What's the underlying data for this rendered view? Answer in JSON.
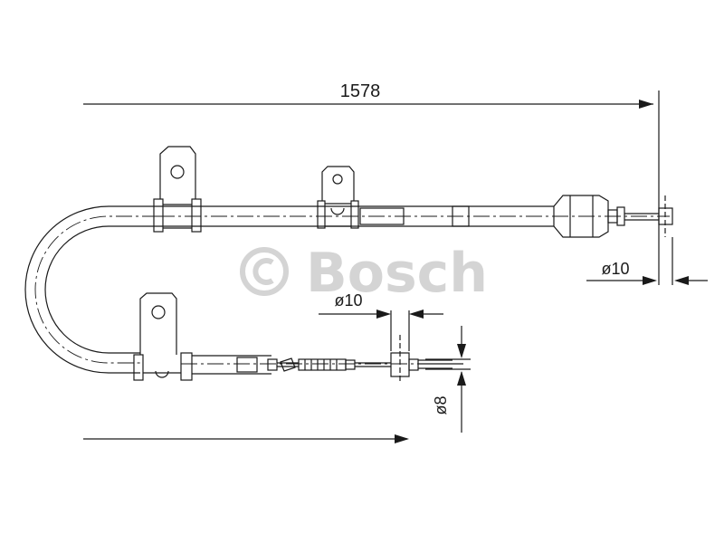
{
  "drawing": {
    "overall_length": "1578",
    "diameter_end_right": "ø10",
    "diameter_end_left": "ø10",
    "diameter_eye": "ø8"
  },
  "watermark": {
    "symbol": "©",
    "brand": "Bosch"
  },
  "colors": {
    "line": "#1a1a1a",
    "watermark": "#d4d4d4",
    "background": "#ffffff"
  }
}
